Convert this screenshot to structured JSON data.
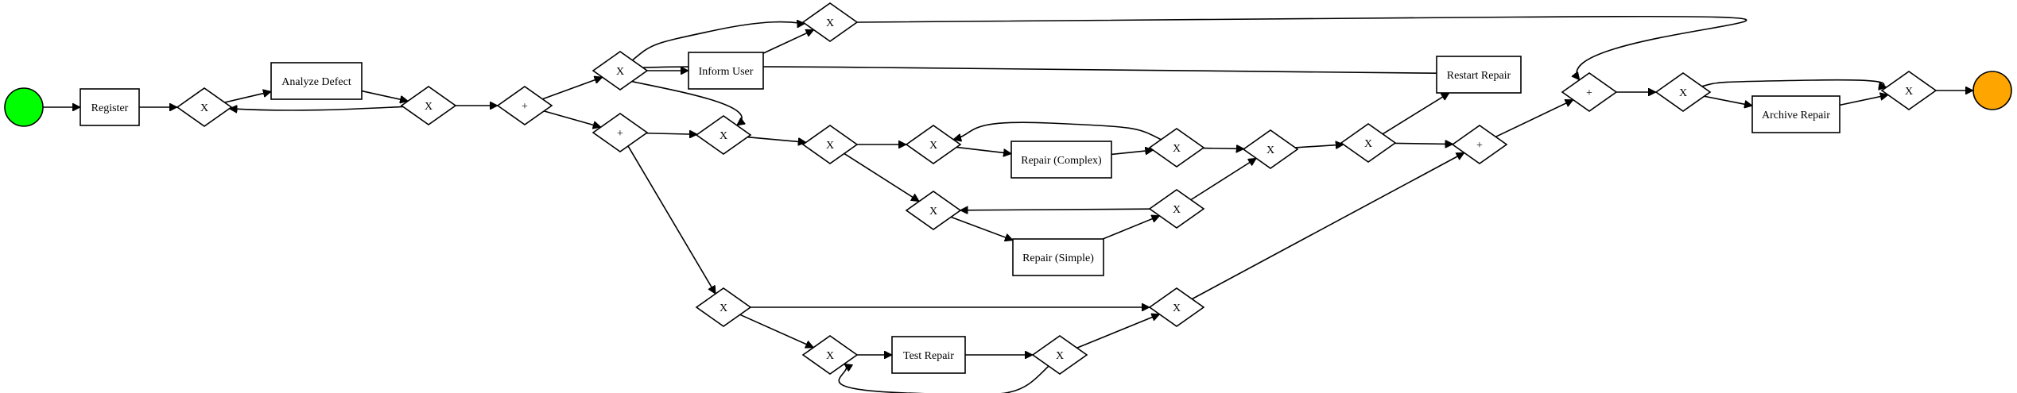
{
  "diagram": {
    "type": "process-flow",
    "colors": {
      "start_event": "#00ff00",
      "end_event": "#ffa500",
      "stroke": "#000000",
      "fill": "#ffffff"
    },
    "nodes": [
      {
        "id": "start",
        "kind": "start-event"
      },
      {
        "id": "register",
        "kind": "task",
        "label": "Register"
      },
      {
        "id": "g1",
        "kind": "xor",
        "label": "X"
      },
      {
        "id": "analyze",
        "kind": "task",
        "label": "Analyze Defect"
      },
      {
        "id": "g2",
        "kind": "xor",
        "label": "X"
      },
      {
        "id": "p1",
        "kind": "and",
        "label": "+"
      },
      {
        "id": "g3",
        "kind": "xor",
        "label": "X"
      },
      {
        "id": "inform",
        "kind": "task",
        "label": "Inform User"
      },
      {
        "id": "g4",
        "kind": "xor",
        "label": "X"
      },
      {
        "id": "p2",
        "kind": "and",
        "label": "+"
      },
      {
        "id": "g5",
        "kind": "xor",
        "label": "X"
      },
      {
        "id": "g6",
        "kind": "xor",
        "label": "X"
      },
      {
        "id": "g7",
        "kind": "xor",
        "label": "X"
      },
      {
        "id": "repair_complex",
        "kind": "task",
        "label": "Repair (Complex)"
      },
      {
        "id": "g8",
        "kind": "xor",
        "label": "X"
      },
      {
        "id": "g9",
        "kind": "xor",
        "label": "X"
      },
      {
        "id": "repair_simple",
        "kind": "task",
        "label": "Repair (Simple)"
      },
      {
        "id": "g10",
        "kind": "xor",
        "label": "X"
      },
      {
        "id": "g11",
        "kind": "xor",
        "label": "X"
      },
      {
        "id": "g12",
        "kind": "xor",
        "label": "X"
      },
      {
        "id": "restart",
        "kind": "task",
        "label": "Restart Repair"
      },
      {
        "id": "p3",
        "kind": "and",
        "label": "+"
      },
      {
        "id": "g13",
        "kind": "xor",
        "label": "X"
      },
      {
        "id": "g14",
        "kind": "xor",
        "label": "X"
      },
      {
        "id": "test",
        "kind": "task",
        "label": "Test Repair"
      },
      {
        "id": "g15",
        "kind": "xor",
        "label": "X"
      },
      {
        "id": "g16",
        "kind": "xor",
        "label": "X"
      },
      {
        "id": "p4",
        "kind": "and",
        "label": "+"
      },
      {
        "id": "g17",
        "kind": "xor",
        "label": "X"
      },
      {
        "id": "archive",
        "kind": "task",
        "label": "Archive Repair"
      },
      {
        "id": "g18",
        "kind": "xor",
        "label": "X"
      },
      {
        "id": "end",
        "kind": "end-event"
      }
    ],
    "edges": [
      [
        "start",
        "register"
      ],
      [
        "register",
        "g1"
      ],
      [
        "g1",
        "analyze"
      ],
      [
        "analyze",
        "g2"
      ],
      [
        "g2",
        "g1"
      ],
      [
        "g2",
        "p1"
      ],
      [
        "p1",
        "g3"
      ],
      [
        "p1",
        "p2"
      ],
      [
        "g3",
        "g4"
      ],
      [
        "g3",
        "inform"
      ],
      [
        "inform",
        "g4"
      ],
      [
        "g4",
        "p4"
      ],
      [
        "p2",
        "g5"
      ],
      [
        "p2",
        "g13"
      ],
      [
        "g5",
        "g6"
      ],
      [
        "g6",
        "g7"
      ],
      [
        "g6",
        "g9"
      ],
      [
        "g7",
        "repair_complex"
      ],
      [
        "repair_complex",
        "g8"
      ],
      [
        "g8",
        "g7"
      ],
      [
        "g8",
        "g11"
      ],
      [
        "g9",
        "repair_simple"
      ],
      [
        "repair_simple",
        "g10"
      ],
      [
        "g10",
        "g9"
      ],
      [
        "g10",
        "g11"
      ],
      [
        "g11",
        "g12"
      ],
      [
        "g12",
        "restart"
      ],
      [
        "g12",
        "p3"
      ],
      [
        "restart",
        "g5"
      ],
      [
        "g13",
        "g16"
      ],
      [
        "g13",
        "g14"
      ],
      [
        "g14",
        "test"
      ],
      [
        "test",
        "g15"
      ],
      [
        "g15",
        "g14"
      ],
      [
        "g15",
        "g16"
      ],
      [
        "g16",
        "p3"
      ],
      [
        "p3",
        "p4"
      ],
      [
        "p4",
        "g17"
      ],
      [
        "g17",
        "g18"
      ],
      [
        "g17",
        "archive"
      ],
      [
        "archive",
        "g18"
      ],
      [
        "g18",
        "end"
      ]
    ]
  }
}
